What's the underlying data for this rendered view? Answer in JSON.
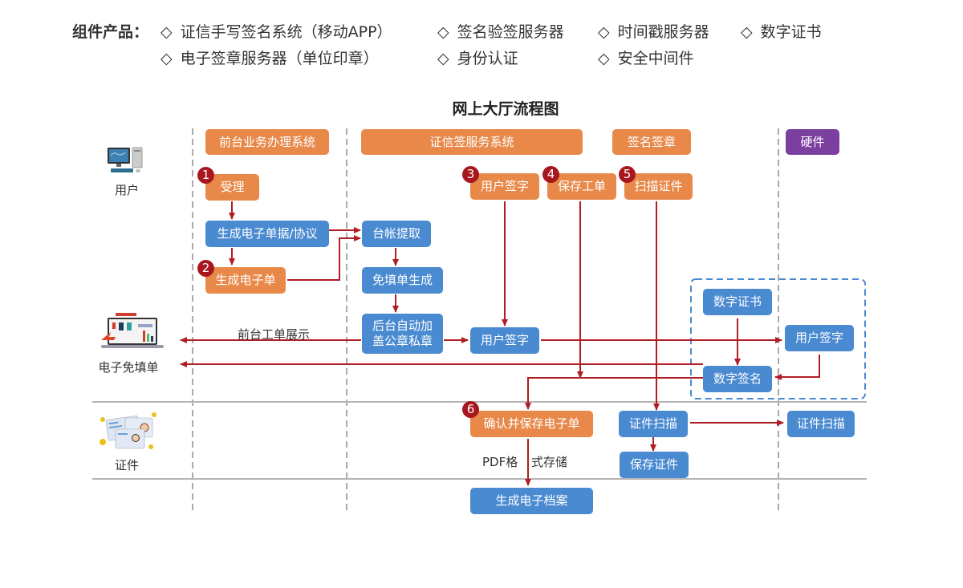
{
  "components": {
    "label": "组件产品：",
    "items": [
      "证信手写签名系统（移动APP）",
      "签名验签服务器",
      "时间戳服务器",
      "数字证书",
      "电子签章服务器（单位印章）",
      "身份认证",
      "安全中间件"
    ],
    "bullet": "◇"
  },
  "diagram": {
    "title": "网上大厅流程图",
    "colors": {
      "orange": "#e8894a",
      "blue": "#4a8ad1",
      "purple": "#7a3f9f",
      "arrow": "#b01e24",
      "badge": "#a8161e",
      "group_border": "#4a8ad1",
      "lane_divider": "#aaaaaa"
    },
    "lane_headers": {
      "front": "前台业务办理系统",
      "service": "证信签服务系统",
      "sign": "签名签章",
      "hardware": "硬件"
    },
    "actors": {
      "user": {
        "label": "用户",
        "icon": "desktop-computer-icon"
      },
      "form": {
        "label": "电子免填单",
        "icon": "laptop-report-icon"
      },
      "id": {
        "label": "证件",
        "icon": "id-cards-icon"
      }
    },
    "nodes": {
      "accept": "受理",
      "gen_doc": "生成电子单据/协议",
      "gen_form": "生成电子单",
      "ledger": "台帐提取",
      "free_form": "免填单生成",
      "auto_seal": "后台自动加\n盖公章私章",
      "user_sign_top": "用户签字",
      "save_order": "保存工单",
      "scan_id_top": "扫描证件",
      "user_sign_mid": "用户签字",
      "digital_cert": "数字证书",
      "digital_sign": "数字签名",
      "hw_user_sign": "用户签字",
      "confirm_save": "确认并保存电子单",
      "id_scan": "证件扫描",
      "save_id": "保存证件",
      "hw_id_scan": "证件扫描",
      "gen_archive": "生成电子档案"
    },
    "steps": {
      "accept": "1",
      "gen_form": "2",
      "user_sign_top": "3",
      "save_order": "4",
      "scan_id_top": "5",
      "confirm_save": "6"
    },
    "edge_labels": {
      "front_display": "前台工单展示",
      "pdf_store_a": "PDF格",
      "pdf_store_b": "式存储"
    }
  }
}
